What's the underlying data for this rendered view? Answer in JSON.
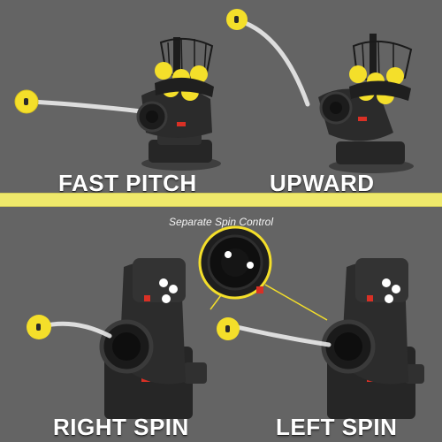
{
  "panels": {
    "top_left_label": "FAST PITCH",
    "top_right_label": "UPWARD",
    "bottom_left_label": "RIGHT SPIN",
    "bottom_right_label": "LEFT SPIN"
  },
  "subtitle": "Separate Spin Control",
  "colors": {
    "background": "#646464",
    "divider": "#efe96b",
    "ball": "#f4df2a",
    "machine": "#2a2a2a",
    "accent": "#d93025"
  }
}
